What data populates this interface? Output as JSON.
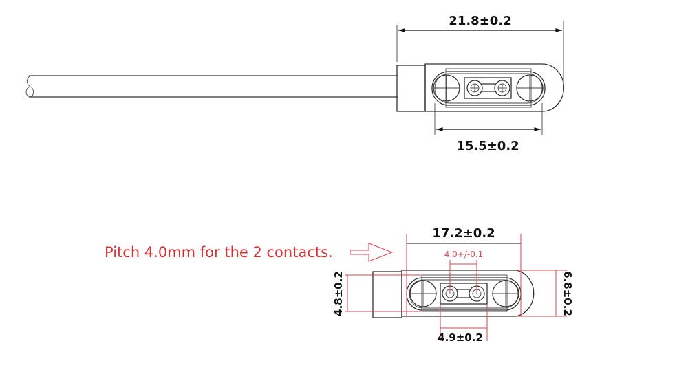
{
  "drawing": {
    "top_view": {
      "overall_length": "21.8±0.2",
      "slot_length": "15.5±0.2"
    },
    "bottom_view": {
      "body_length": "17.2±0.2",
      "pitch": "4.0+/-0.1",
      "contact_block_width": "4.9±0.2",
      "neck_height": "4.8±0.2",
      "head_height": "6.8±0.2"
    },
    "annotation": {
      "text": "Pitch 4.0mm for the 2 contacts.",
      "color": "#d13438"
    },
    "dimension_line_color": "#d8434d",
    "outline_color": "#333333"
  }
}
